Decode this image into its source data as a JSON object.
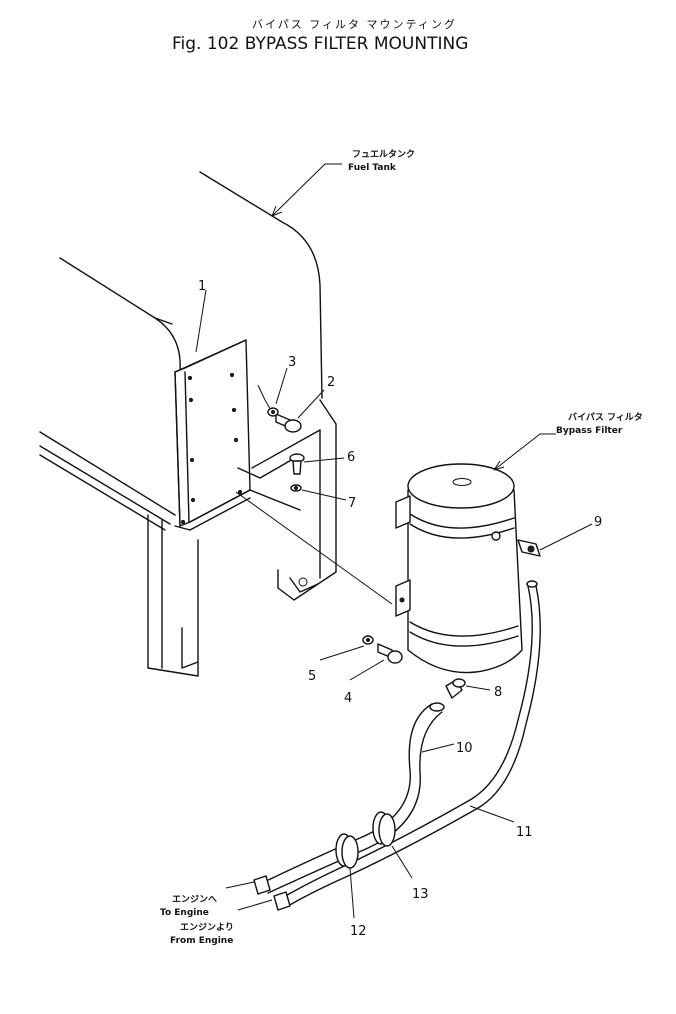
{
  "title": {
    "jp": "バイパス フィルタ マウンティング",
    "en": "Fig. 102 BYPASS FILTER MOUNTING"
  },
  "labels": {
    "fuel_tank_jp": "フュエルタンク",
    "fuel_tank_en": "Fuel  Tank",
    "bypass_filter_jp": "バイパス フィルタ",
    "bypass_filter_en": "Bypass  Filter",
    "to_engine_jp": "エンジンへ",
    "to_engine_en": "To  Engine",
    "from_engine_jp": "エンジンより",
    "from_engine_en": "From  Engine"
  },
  "parts": {
    "p1": "1",
    "p2": "2",
    "p3": "3",
    "p4": "4",
    "p5": "5",
    "p6": "6",
    "p7": "7",
    "p8": "8",
    "p9": "9",
    "p10": "10",
    "p11": "11",
    "p12": "12",
    "p13": "13"
  }
}
